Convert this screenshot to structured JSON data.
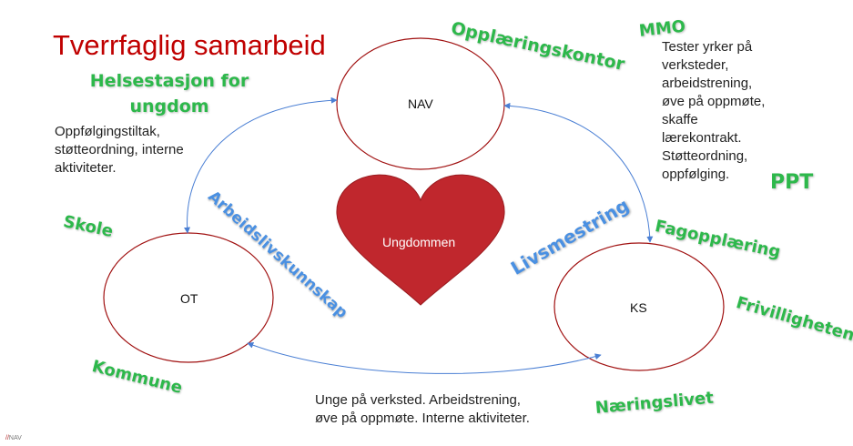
{
  "title": "Tverrfaglig samarbeid",
  "nodes": {
    "nav": "NAV",
    "ot": "OT",
    "ks": "KS",
    "center": "Ungdommen"
  },
  "partners": {
    "helsestasjon": "Helsestasjon for ungdom",
    "opplaeringskontor": "Opplæringskontor",
    "mmo": "MMO",
    "ppt": "PPT",
    "skole": "Skole",
    "fagopplaering": "Fagopplæring",
    "frivilligheten": "Frivilligheten",
    "kommune": "Kommune",
    "naeringslivet": "Næringslivet"
  },
  "themes": {
    "arbeidslivskunnskap": "Arbeidslivskunnskap",
    "livsmestring": "Livsmestring"
  },
  "descriptions": {
    "helsestasjon": "Oppfølgingstiltak,\nstøtteordning, interne\naktiviteter.",
    "mmo": "Tester yrker på\nverksteder,\narbeidstrening,\nøve på oppmøte,\nskaffe\nlærekontrakt.\nStøtteordning,\noppfølging.",
    "bottom": "Unge på verksted. Arbeidstrening,\nøve på oppmøte. Interne aktiviteter."
  },
  "footer": {
    "slashes": "//",
    "text": "NAV"
  },
  "colors": {
    "title": "#c00000",
    "ellipse_stroke": "#a01010",
    "heart": "#c0272d",
    "arrow": "#4a7fd4",
    "partner_green": "#2db84b",
    "theme_blue": "#4a90e2"
  }
}
